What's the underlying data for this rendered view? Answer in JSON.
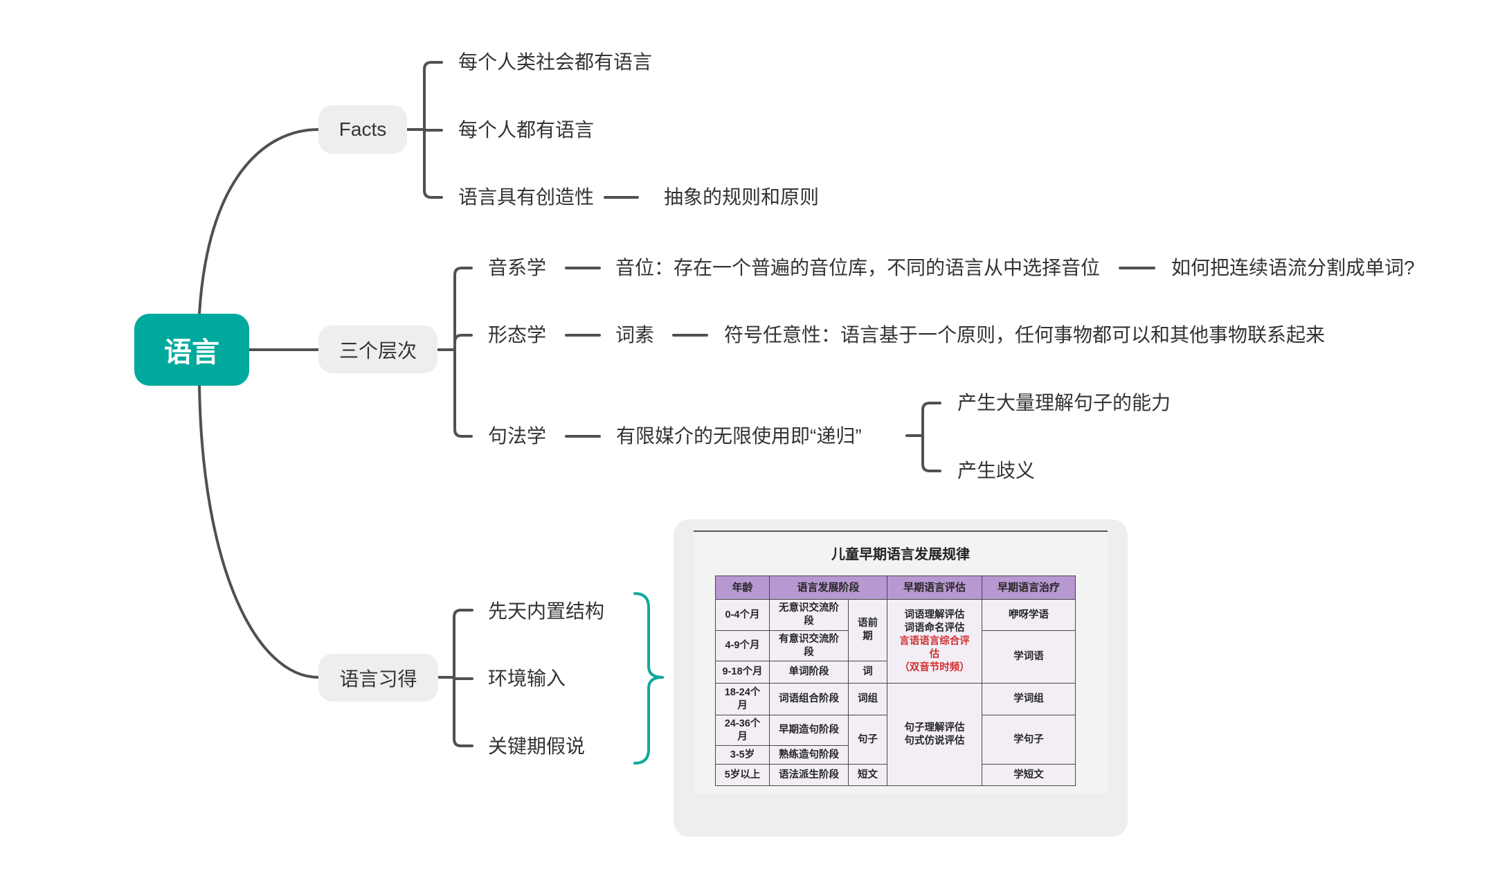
{
  "mindmap": {
    "root": "语言",
    "facts": {
      "label": "Facts",
      "children": [
        "每个人类社会都有语言",
        "每个人都有语言",
        "语言具有创造性"
      ],
      "creativity_detail": "抽象的规则和原则"
    },
    "levels": {
      "label": "三个层次",
      "phonology": {
        "label": "音系学",
        "phoneme": "音位：存在一个普遍的音位库，不同的语言从中选择音位",
        "question": "如何把连续语流分割成单词?"
      },
      "morphology": {
        "label": "形态学",
        "morpheme": "词素",
        "arbitrariness": "符号任意性：语言基于一个原则，任何事物都可以和其他事物联系起来"
      },
      "syntax": {
        "label": "句法学",
        "recursion": "有限媒介的无限使用即“递归”",
        "effects": [
          "产生大量理解句子的能力",
          "产生歧义"
        ]
      }
    },
    "acquisition": {
      "label": "语言习得",
      "children": [
        "先天内置结构",
        "环境输入",
        "关键期假说"
      ]
    }
  },
  "image_card": {
    "title": "儿童早期语言发展规律",
    "table": {
      "headers": [
        "年龄",
        "语言发展阶段",
        "早期语言评估",
        "早期语言治疗"
      ],
      "ages": [
        "0-4个月",
        "4-9个月",
        "9-18个月",
        "18-24个\n月",
        "24-36个\n月",
        "3-5岁",
        "5岁以上"
      ],
      "stages": [
        "无意识交流阶\n段",
        "有意识交流阶\n段",
        "单词阶段",
        "词语组合阶段",
        "早期造句阶段",
        "熟练造句阶段",
        "语法派生阶段"
      ],
      "periods": [
        "语前\n期",
        "词",
        "词组",
        "句子",
        "短文"
      ],
      "assessments": [
        {
          "normal": "词语理解评估\n词语命名评估",
          "highlight": "言语语言综合评\n估\n（双音节时频）"
        },
        {
          "normal": "句子理解评估\n句式仿说评估"
        }
      ],
      "therapies": [
        "咿呀学语",
        "学词语",
        "学词组",
        "学句子",
        "学短文"
      ]
    }
  },
  "colors": {
    "root": "#00a99d",
    "topic_bg": "#eeeeee",
    "line": "#505050",
    "brace": "#12a89c",
    "table_header": "#b898d0",
    "table_body": "#f3eef6",
    "highlight_text": "#cf2f2f"
  }
}
